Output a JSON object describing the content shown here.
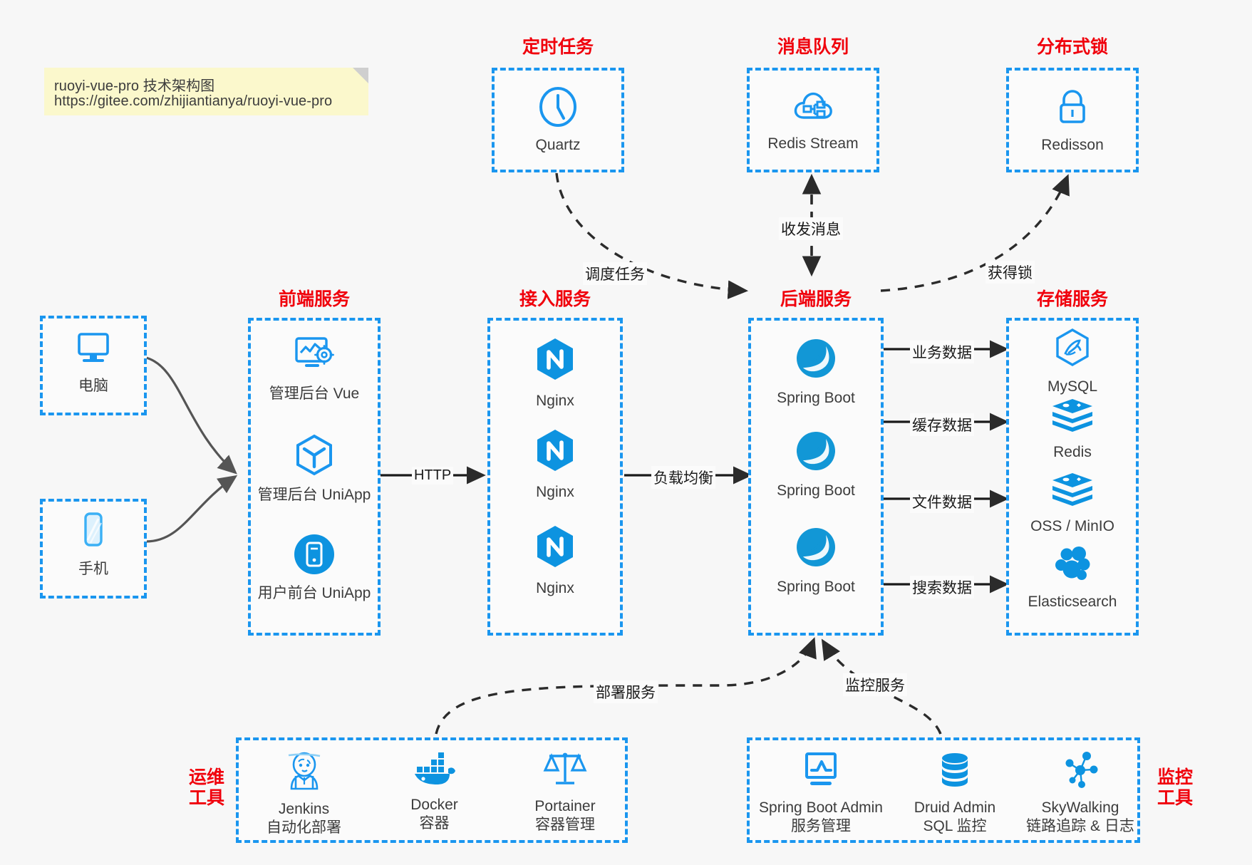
{
  "note": {
    "line1": "ruoyi-vue-pro 技术架构图",
    "line2": "https://gitee.com/zhijiantianya/ruoyi-vue-pro"
  },
  "colors": {
    "box_border": "#1a96ef",
    "group_title": "#f0000c",
    "icon_blue": "#1a96ef",
    "text": "#3c3c3c",
    "background": "#f7f7f7",
    "note_bg": "#fbf8cc"
  },
  "groups": {
    "scheduler": {
      "title": "定时任务",
      "nodes": [
        {
          "label": "Quartz",
          "icon": "clock-icon"
        }
      ]
    },
    "mq": {
      "title": "消息队列",
      "nodes": [
        {
          "label": "Redis Stream",
          "icon": "cloud-stream-icon"
        }
      ]
    },
    "lock": {
      "title": "分布式锁",
      "nodes": [
        {
          "label": "Redisson",
          "icon": "lock-icon"
        }
      ]
    },
    "clients": {
      "nodes": [
        {
          "label": "电脑",
          "icon": "desktop-icon"
        },
        {
          "label": "手机",
          "icon": "phone-icon"
        }
      ]
    },
    "frontend": {
      "title": "前端服务",
      "nodes": [
        {
          "label": "管理后台 Vue",
          "icon": "dashboard-gear-icon"
        },
        {
          "label": "管理后台 UniApp",
          "icon": "hexagon-cube-icon"
        },
        {
          "label": "用户前台 UniApp",
          "icon": "mobile-circle-icon"
        }
      ]
    },
    "gateway": {
      "title": "接入服务",
      "nodes": [
        {
          "label": "Nginx",
          "icon": "nginx-icon"
        },
        {
          "label": "Nginx",
          "icon": "nginx-icon"
        },
        {
          "label": "Nginx",
          "icon": "nginx-icon"
        }
      ]
    },
    "backend": {
      "title": "后端服务",
      "nodes": [
        {
          "label": "Spring Boot",
          "icon": "spring-boot-icon"
        },
        {
          "label": "Spring Boot",
          "icon": "spring-boot-icon"
        },
        {
          "label": "Spring Boot",
          "icon": "spring-boot-icon"
        }
      ]
    },
    "storage": {
      "title": "存储服务",
      "nodes": [
        {
          "label": "MySQL",
          "icon": "mysql-icon"
        },
        {
          "label": "Redis",
          "icon": "redis-icon"
        },
        {
          "label": "OSS / MinIO",
          "icon": "redis-stack-icon"
        },
        {
          "label": "Elasticsearch",
          "icon": "elasticsearch-icon"
        }
      ]
    },
    "devops": {
      "title": "运维\n工具",
      "title_line1": "运维",
      "title_line2": "工具",
      "nodes": [
        {
          "label": "Jenkins",
          "sublabel": "自动化部署",
          "icon": "jenkins-icon"
        },
        {
          "label": "Docker",
          "sublabel": "容器",
          "icon": "docker-icon"
        },
        {
          "label": "Portainer",
          "sublabel": "容器管理",
          "icon": "scales-icon"
        }
      ]
    },
    "monitoring": {
      "title_line1": "监控",
      "title_line2": "工具",
      "nodes": [
        {
          "label": "Spring Boot Admin",
          "sublabel": "服务管理",
          "icon": "monitor-chart-icon"
        },
        {
          "label": "Druid Admin",
          "sublabel": "SQL 监控",
          "icon": "database-icon"
        },
        {
          "label": "SkyWalking",
          "sublabel": "链路追踪 & 日志",
          "icon": "skywalking-icon"
        }
      ]
    }
  },
  "edges": [
    {
      "id": "http",
      "label": "HTTP",
      "from": "frontend",
      "to": "gateway"
    },
    {
      "id": "lb",
      "label": "负载均衡",
      "from": "gateway",
      "to": "backend"
    },
    {
      "id": "schedule",
      "label": "调度任务",
      "from": "scheduler",
      "to": "backend"
    },
    {
      "id": "mq",
      "label": "收发消息",
      "from": "backend",
      "to": "mq"
    },
    {
      "id": "lock",
      "label": "获得锁",
      "from": "backend",
      "to": "lock"
    },
    {
      "id": "biz",
      "label": "业务数据",
      "from": "backend",
      "to": "storage.mysql"
    },
    {
      "id": "cache",
      "label": "缓存数据",
      "from": "backend",
      "to": "storage.redis"
    },
    {
      "id": "file",
      "label": "文件数据",
      "from": "backend",
      "to": "storage.oss"
    },
    {
      "id": "search",
      "label": "搜索数据",
      "from": "backend",
      "to": "storage.es"
    },
    {
      "id": "deploy",
      "label": "部署服务",
      "from": "devops",
      "to": "backend"
    },
    {
      "id": "monitor",
      "label": "监控服务",
      "from": "monitoring",
      "to": "backend"
    }
  ]
}
